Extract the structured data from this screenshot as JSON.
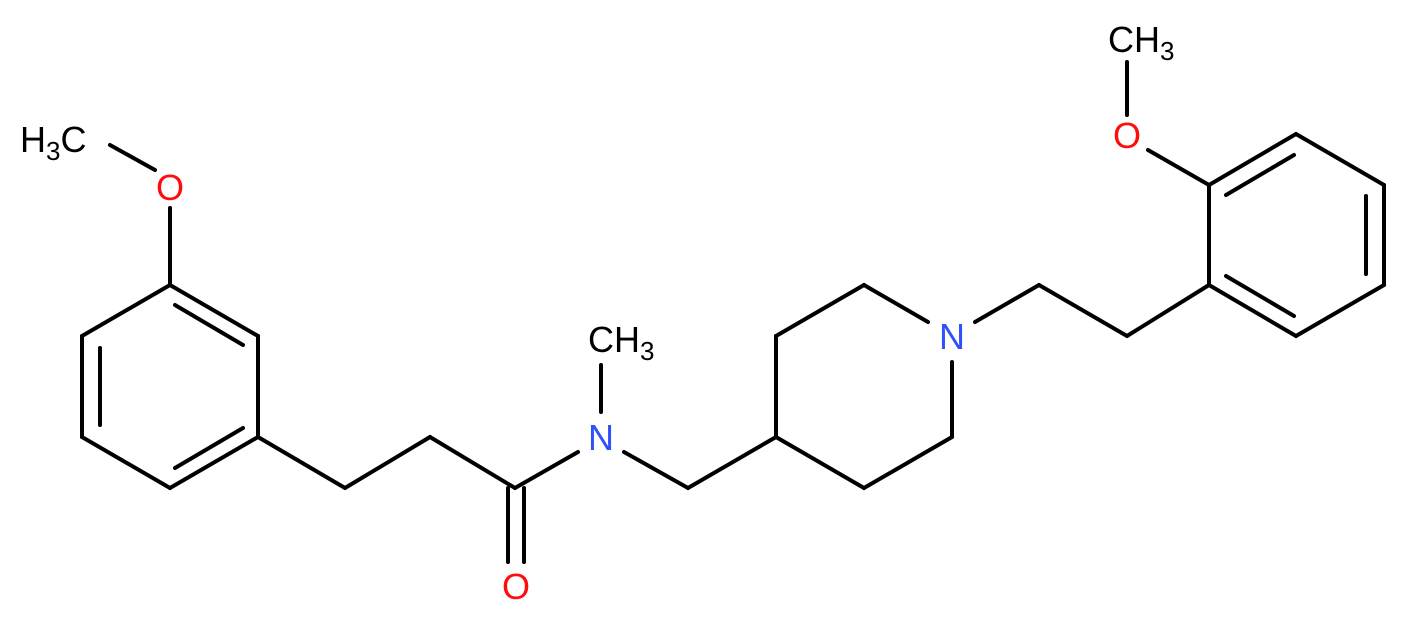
{
  "colors": {
    "bond": "#000000",
    "carbon_label": "#000000",
    "oxygen_label": "#ff0d0d",
    "nitrogen_label": "#3050f8",
    "background": "#ffffff"
  },
  "labels": {
    "methoxy_left_methyl": {
      "main": "H",
      "sub": "3",
      "tail": "C"
    },
    "methoxy_left_oxygen": "O",
    "n_methyl": {
      "main": "CH",
      "sub": "3"
    },
    "amide_nitrogen": "N",
    "carbonyl_oxygen": "O",
    "piperidine_nitrogen": "N",
    "methoxy_right_oxygen": "O",
    "methoxy_right_methyl": {
      "main": "CH",
      "sub": "3"
    }
  }
}
